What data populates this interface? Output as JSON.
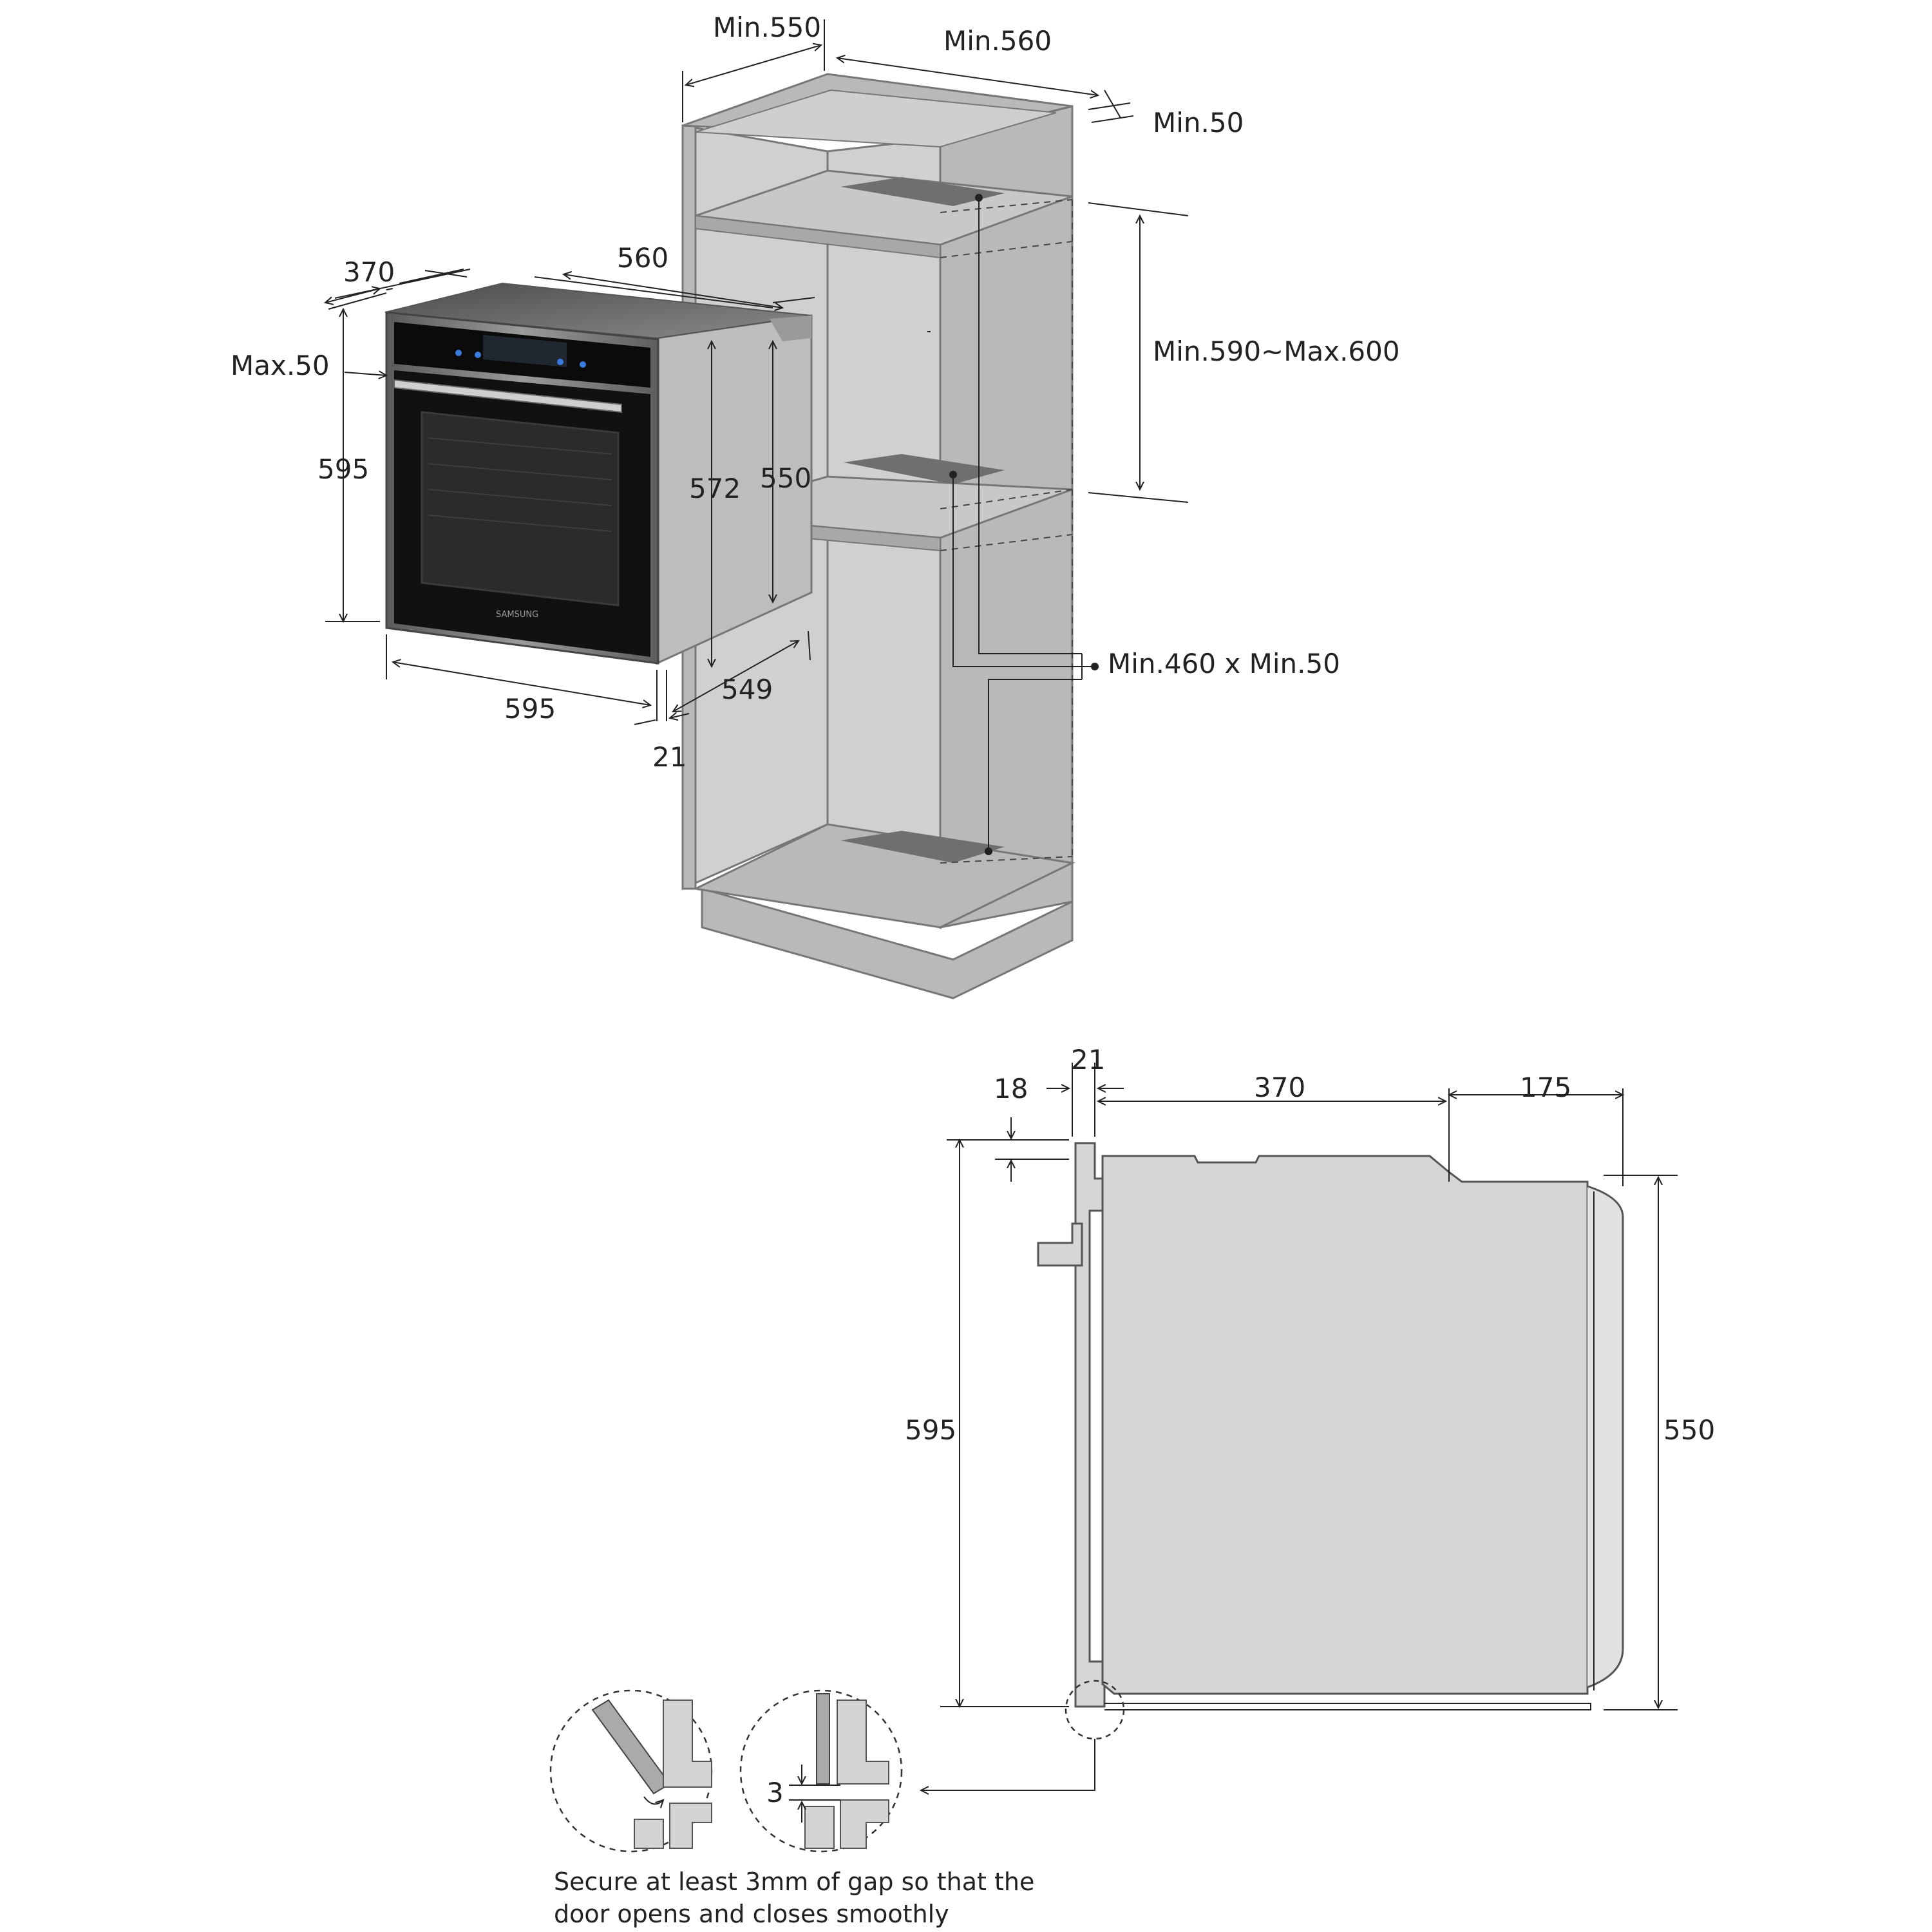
{
  "labels": {
    "cab_min550": "Min.550",
    "cab_min560": "Min.560",
    "cab_min50": "Min.50",
    "cab_range": "Min.590~Max.600",
    "cab_vent": "Min.460 x Min.50",
    "oven_370": "370",
    "oven_560": "560",
    "oven_max50": "Max.50",
    "oven_595_h": "595",
    "oven_572": "572",
    "oven_550": "550",
    "oven_595_w": "595",
    "oven_549": "549",
    "oven_21": "21",
    "side_21": "21",
    "side_18": "18",
    "side_370": "370",
    "side_175": "175",
    "side_595": "595",
    "side_550": "550",
    "detail_3": "3"
  },
  "note": {
    "line1": "Secure at least 3mm of gap so that the",
    "line2": "door opens and closes smoothly"
  },
  "brand": "SAMSUNG"
}
